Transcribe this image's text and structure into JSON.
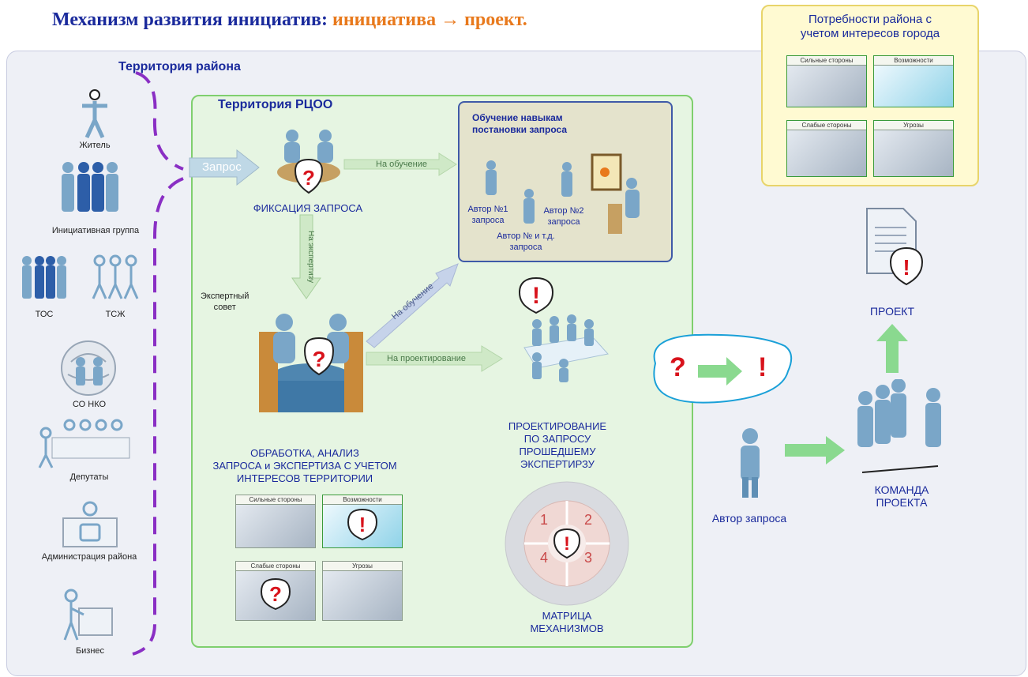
{
  "title": {
    "main": "Механизм развития инициатив:",
    "accent": "инициатива  → проект."
  },
  "needs": {
    "title_line1": "Потребности района  с",
    "title_line2": "учетом интересов города",
    "cells": [
      "Сильные стороны",
      "Возможности",
      "Слабые стороны",
      "Угрозы"
    ]
  },
  "district": {
    "label": "Территория района"
  },
  "actors": {
    "resident": "Житель",
    "initiative_group": "Инициативная группа",
    "tos": "ТОС",
    "tszh": "ТСЖ",
    "nko": "СО НКО",
    "deputies": "Депутаты",
    "administration": "Администрация района",
    "business": "Бизнес"
  },
  "rcoo": {
    "label": "Территория РЦОО"
  },
  "request": {
    "arrow": "Запрос",
    "fixation": "ФИКСАЦИЯ ЗАПРОСА"
  },
  "arrows": {
    "to_training": "На обучение",
    "to_expertise": "На экспертизу",
    "to_training2": "На обучение",
    "to_design": "На проектирование"
  },
  "training": {
    "title_line1": "Обучение навыкам",
    "title_line2": "постановки запроса",
    "author1_l1": "Автор №1",
    "author1_l2": "запроса",
    "author2_l1": "Автор №2",
    "author2_l2": "запроса",
    "author3_l1": "Автор № и т.д.",
    "author3_l2": "запроса"
  },
  "expert": {
    "label_l1": "Экспертный",
    "label_l2": "совет",
    "processing_l1": "ОБРАБОТКА, АНАЛИЗ",
    "processing_l2": "ЗАПРОСА и ЭКСПЕРТИЗА С УЧЕТОМ",
    "processing_l3": "ИНТЕРЕСОВ ТЕРРИТОРИИ"
  },
  "swot": {
    "cells": [
      "Сильные стороны",
      "Возможности",
      "Слабые стороны",
      "Угрозы"
    ]
  },
  "design": {
    "l1": "ПРОЕКТИРОВАНИЕ",
    "l2": "ПО ЗАПРОСУ",
    "l3": "ПРОШЕДШЕМУ",
    "l4": "ЭКСПЕРТИРЗУ"
  },
  "matrix": {
    "l1": "МАТРИЦА",
    "l2": "МЕХАНИЗМОВ",
    "sectors": [
      "1",
      "2",
      "3",
      "4"
    ]
  },
  "transform": {
    "q": "?",
    "excl": "!"
  },
  "author": {
    "label": "Автор запроса"
  },
  "team": {
    "l1": "КОМАНДА",
    "l2": "ПРОЕКТА"
  },
  "project": {
    "label": "ПРОЕКТ"
  },
  "colors": {
    "title": "#1a2a9c",
    "accent": "#e8791c",
    "purple": "#8a2fc4",
    "green": "#7fcf6e",
    "red": "#d8121b",
    "figure": "#7aa6c8"
  }
}
